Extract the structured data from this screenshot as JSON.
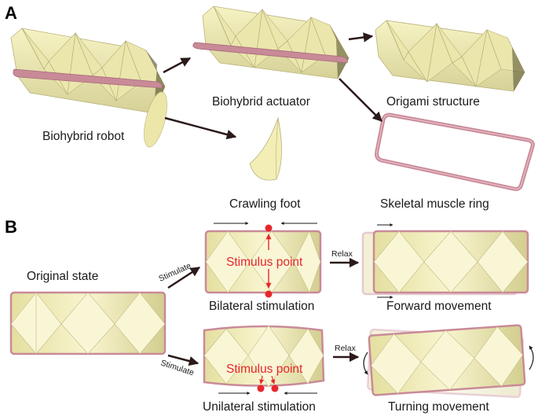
{
  "panel_a": {
    "letter": "A",
    "labels": {
      "robot": "Biohybrid robot",
      "actuator": "Biohybrid actuator",
      "origami": "Origami structure",
      "foot": "Crawling foot",
      "ring": "Skeletal muscle ring"
    }
  },
  "panel_b": {
    "letter": "B",
    "labels": {
      "original": "Original state",
      "stimulate_top": "Stimulate",
      "stimulate_bottom": "Stimulate",
      "relax_top": "Relax",
      "relax_bottom": "Relax",
      "stimulus_point_top": "Stimulus point",
      "stimulus_point_bottom": "Stimulus point",
      "bilateral": "Bilateral stimulation",
      "unilateral": "Unilateral stimulation",
      "forward": "Forward movement",
      "turning": "Turning movement"
    }
  },
  "colors": {
    "paper": "#f3efb4",
    "paper_dark": "#c9c389",
    "muscle": "#c98a98",
    "stimulus": "#e8262a",
    "arrow": "#2b1a1a"
  }
}
